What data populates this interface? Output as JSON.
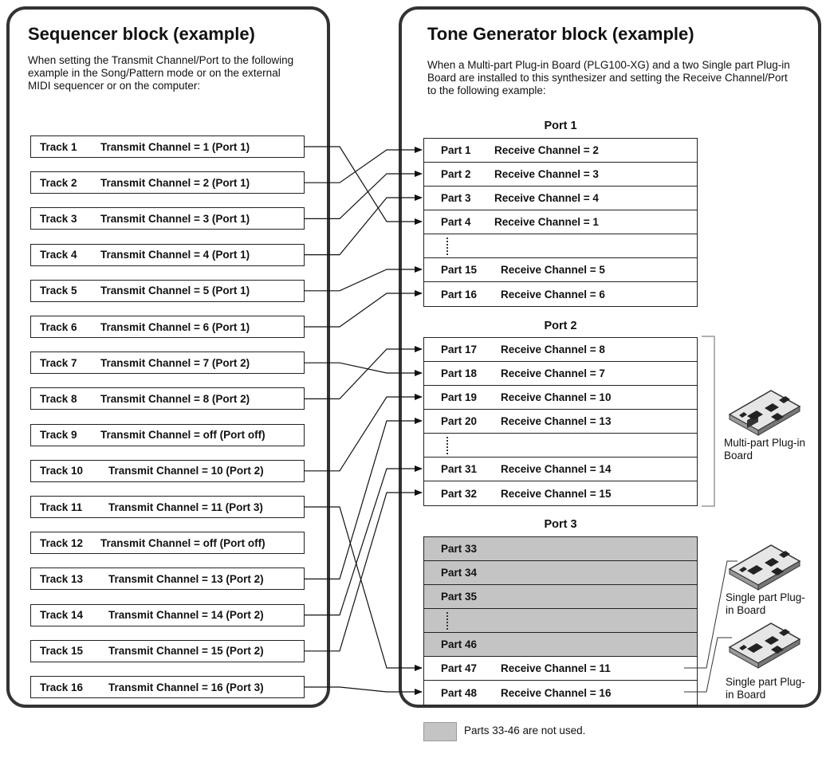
{
  "sequencer": {
    "title": "Sequencer block (example)",
    "description": "When setting the Transmit Channel/Port to the following example in the Song/Pattern mode or on the external MIDI sequencer or on the computer:",
    "tracks": [
      {
        "track": "Track 1",
        "setting": "Transmit Channel = 1 (Port 1)"
      },
      {
        "track": "Track 2",
        "setting": "Transmit Channel = 2 (Port 1)"
      },
      {
        "track": "Track 3",
        "setting": "Transmit Channel = 3 (Port 1)"
      },
      {
        "track": "Track 4",
        "setting": "Transmit Channel = 4 (Port 1)"
      },
      {
        "track": "Track 5",
        "setting": "Transmit Channel = 5 (Port 1)"
      },
      {
        "track": "Track 6",
        "setting": "Transmit Channel = 6 (Port 1)"
      },
      {
        "track": "Track 7",
        "setting": "Transmit Channel = 7 (Port 2)"
      },
      {
        "track": "Track 8",
        "setting": "Transmit Channel = 8 (Port 2)"
      },
      {
        "track": "Track 9",
        "setting": "Transmit Channel = off (Port off)"
      },
      {
        "track": "Track 10",
        "setting": "Transmit Channel = 10 (Port 2)"
      },
      {
        "track": "Track 11",
        "setting": "Transmit Channel = 11 (Port 3)"
      },
      {
        "track": "Track 12",
        "setting": "Transmit Channel = off (Port off)"
      },
      {
        "track": "Track 13",
        "setting": "Transmit Channel = 13 (Port 2)"
      },
      {
        "track": "Track 14",
        "setting": "Transmit Channel = 14 (Port 2)"
      },
      {
        "track": "Track 15",
        "setting": "Transmit Channel = 15 (Port 2)"
      },
      {
        "track": "Track 16",
        "setting": "Transmit Channel = 16 (Port 3)"
      }
    ]
  },
  "tone_generator": {
    "title": "Tone Generator block (example)",
    "description": "When a Multi-part Plug-in Board (PLG100-XG) and a two Single part Plug-in Board are installed to this synthesizer and setting the Receive Channel/Port to the following example:",
    "ports": [
      {
        "label": "Port 1",
        "parts": [
          {
            "part": "Part 1",
            "receive": "Receive Channel = 2"
          },
          {
            "part": "Part 2",
            "receive": "Receive Channel = 3"
          },
          {
            "part": "Part 3",
            "receive": "Receive Channel = 4"
          },
          {
            "part": "Part 4",
            "receive": "Receive Channel = 1"
          },
          {
            "part": "",
            "receive": "",
            "ellipsis": true
          },
          {
            "part": "Part 15",
            "receive": "Receive Channel = 5"
          },
          {
            "part": "Part 16",
            "receive": "Receive Channel = 6"
          }
        ]
      },
      {
        "label": "Port 2",
        "parts": [
          {
            "part": "Part 17",
            "receive": "Receive Channel = 8"
          },
          {
            "part": "Part 18",
            "receive": "Receive Channel = 7"
          },
          {
            "part": "Part 19",
            "receive": "Receive Channel = 10"
          },
          {
            "part": "Part 20",
            "receive": "Receive Channel = 13"
          },
          {
            "part": "",
            "receive": "",
            "ellipsis": true
          },
          {
            "part": "Part 31",
            "receive": "Receive Channel = 14"
          },
          {
            "part": "Part 32",
            "receive": "Receive Channel = 15"
          }
        ]
      },
      {
        "label": "Port 3",
        "parts": [
          {
            "part": "Part 33",
            "receive": "",
            "unused": true
          },
          {
            "part": "Part 34",
            "receive": "",
            "unused": true
          },
          {
            "part": "Part 35",
            "receive": "",
            "unused": true
          },
          {
            "part": "",
            "receive": "",
            "ellipsis": true,
            "unused": true
          },
          {
            "part": "Part 46",
            "receive": "",
            "unused": true
          },
          {
            "part": "Part 47",
            "receive": "Receive Channel = 11"
          },
          {
            "part": "Part 48",
            "receive": "Receive Channel = 16"
          }
        ]
      }
    ],
    "boards": {
      "multi": "Multi-part Plug-in Board",
      "single_1": "Single part Plug-in Board",
      "single_2": "Single part Plug-in Board"
    }
  },
  "connections": [
    {
      "from": "Track 1",
      "to": "Part 4"
    },
    {
      "from": "Track 2",
      "to": "Part 1"
    },
    {
      "from": "Track 3",
      "to": "Part 2"
    },
    {
      "from": "Track 4",
      "to": "Part 3"
    },
    {
      "from": "Track 5",
      "to": "Part 15"
    },
    {
      "from": "Track 6",
      "to": "Part 16"
    },
    {
      "from": "Track 7",
      "to": "Part 18"
    },
    {
      "from": "Track 8",
      "to": "Part 17"
    },
    {
      "from": "Track 10",
      "to": "Part 19"
    },
    {
      "from": "Track 11",
      "to": "Part 47"
    },
    {
      "from": "Track 13",
      "to": "Part 20"
    },
    {
      "from": "Track 14",
      "to": "Part 31"
    },
    {
      "from": "Track 15",
      "to": "Part 32"
    },
    {
      "from": "Track 16",
      "to": "Part 48"
    }
  ],
  "legend": {
    "text": "Parts 33-46 are not used.",
    "swatch_color": "#c4c4c4"
  }
}
